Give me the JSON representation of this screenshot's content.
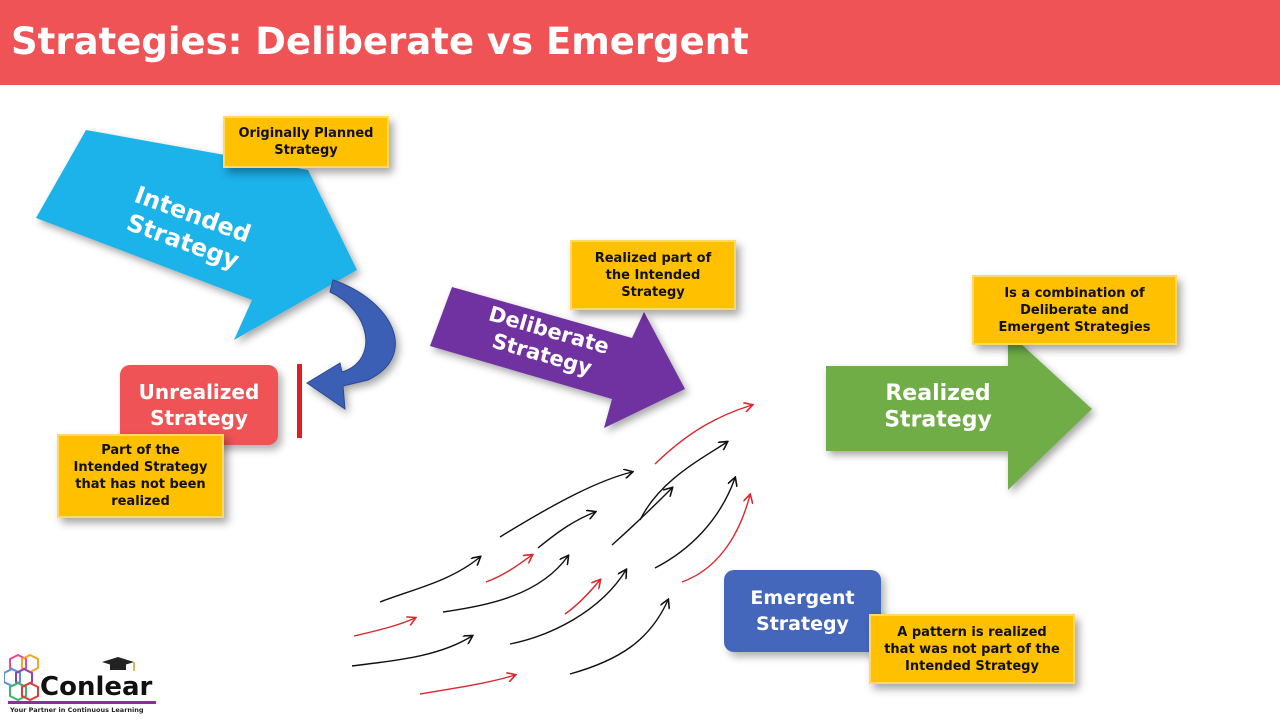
{
  "title": "Strategies: Deliberate vs Emergent",
  "arrows": {
    "intended": "Intended\nStrategy",
    "deliberate": "Deliberate\nStrategy",
    "realized": "Realized\nStrategy"
  },
  "boxes": {
    "unrealized": "Unrealized\nStrategy",
    "emergent": "Emergent\nStrategy"
  },
  "notes": {
    "originally_planned": "Originally Planned\nStrategy",
    "realized_part": "Realized part of\nthe Intended\nStrategy",
    "combination": "Is a combination of\nDeliberate and\nEmergent Strategies",
    "not_realized": "Part of the\nIntended Strategy\nthat has not been\nrealized",
    "pattern": "A pattern is realized\nthat was not part of the\nIntended Strategy"
  },
  "logo": {
    "name": "Conlear",
    "tagline": "Your Partner in Continuous Learning"
  },
  "colors": {
    "header": "#ef5356",
    "intended": "#1ab2ea",
    "deliberate": "#7030a0",
    "realized": "#70ad47",
    "unrealized": "#ef5356",
    "emergent": "#4466bb",
    "note": "#ffc000",
    "curve": "#3b5fb4"
  }
}
